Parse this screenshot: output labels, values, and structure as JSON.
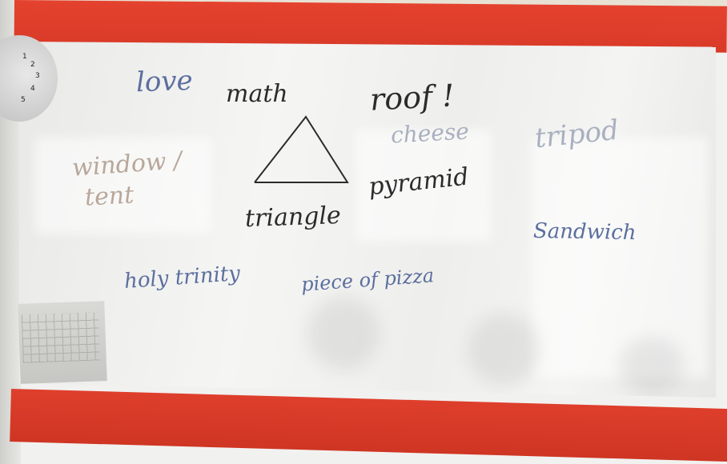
{
  "clock": {
    "numbers": [
      "1",
      "2",
      "3",
      "4",
      "5"
    ]
  },
  "board": {
    "words": {
      "love": "love",
      "math": "math",
      "roof": "roof !",
      "cheese": "cheese",
      "tripod": "tripod",
      "window": "window /",
      "tent": "tent",
      "pyramid": "pyramid",
      "triangle": "triangle",
      "sandwich": "Sandwich",
      "holy_trinity": "holy trinity",
      "pizza": "piece of pizza"
    },
    "colors": {
      "black_marker": "#2b2b2b",
      "blue_marker": "#5b6f9e",
      "frame": "#d93a28",
      "board": "#f1f1ef"
    }
  }
}
